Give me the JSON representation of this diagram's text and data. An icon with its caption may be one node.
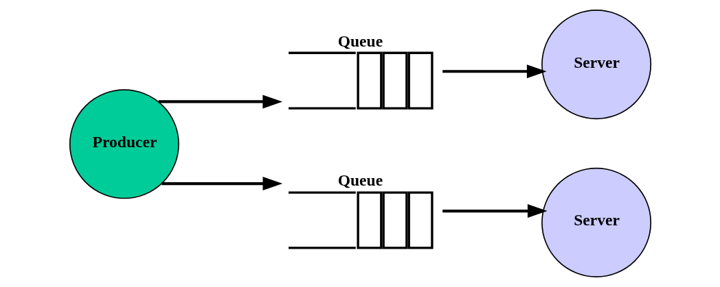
{
  "diagram": {
    "nodes": [
      {
        "text": [
          "Producer"
        ]
      },
      {
        "text": [
          "Queue"
        ]
      },
      {
        "text": [
          "Queue"
        ]
      },
      {
        "text": [
          "Server"
        ]
      },
      {
        "text": [
          "Server"
        ]
      }
    ],
    "edges": [
      {
        "from": 0,
        "to": 1,
        "arrow": "to"
      },
      {
        "from": 0,
        "to": 2,
        "arrow": "to"
      },
      {
        "from": 1,
        "to": 3,
        "arrow": "to"
      },
      {
        "from": 2,
        "to": 4,
        "arrow": "to"
      }
    ]
  }
}
